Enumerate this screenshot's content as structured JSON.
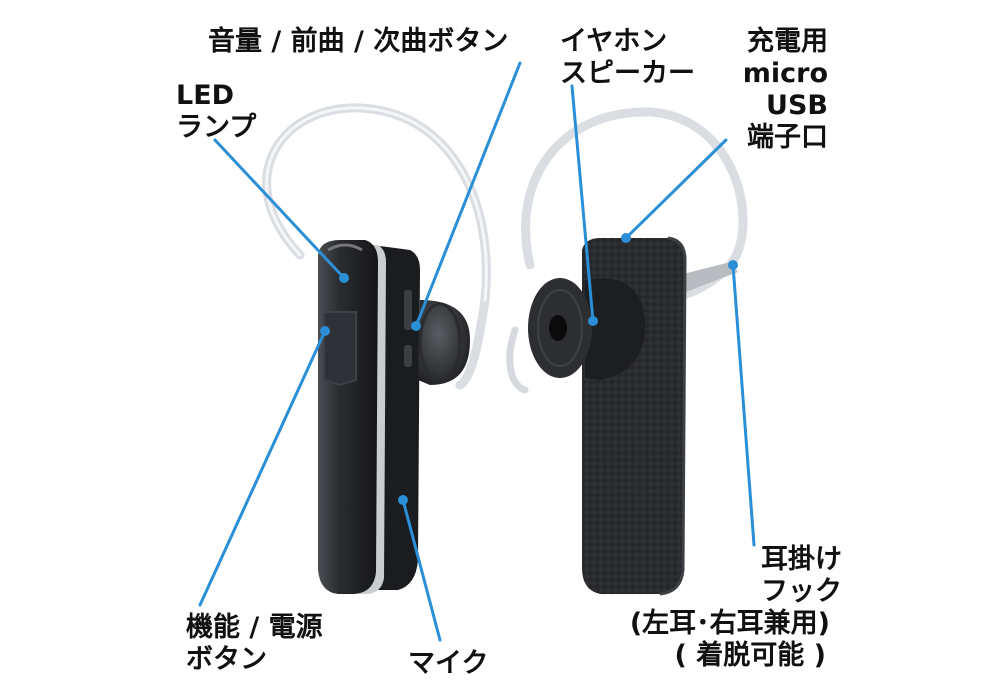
{
  "colors": {
    "callout": "#2a8fd6",
    "device_body": "#26282b",
    "device_face": "#1a1b1d",
    "hook": "#d9dde2",
    "text": "#111111"
  },
  "labels": {
    "volume_button": "音量 / 前曲 / 次曲ボタン",
    "led_lamp": [
      "LED",
      "ランプ"
    ],
    "earphone_speaker": [
      "イヤホン",
      "スピーカー"
    ],
    "charging_port": [
      "充電用",
      "micro",
      "USB",
      "端子口"
    ],
    "function_button": [
      "機能 / 電源",
      "ボタン"
    ],
    "microphone": "マイク",
    "ear_hook": [
      "耳掛け",
      "フック",
      "(左耳･右耳兼用)",
      "( 着脱可能 )"
    ]
  }
}
